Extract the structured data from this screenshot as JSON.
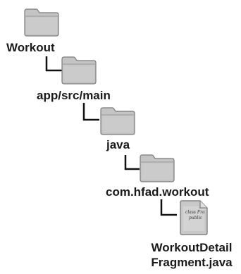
{
  "tree": {
    "root": {
      "label": "Workout",
      "icon": "folder-icon"
    },
    "level1": {
      "label": "app/src/main",
      "icon": "folder-icon"
    },
    "level2": {
      "label": "java",
      "icon": "folder-icon"
    },
    "level3": {
      "label": "com.hfad.workout",
      "icon": "folder-icon"
    },
    "file": {
      "label_line1": "WorkoutDetail",
      "label_line2": "Fragment.java",
      "icon": "java-file-icon",
      "thumbnail_line1": "class Fra",
      "thumbnail_line2": "public"
    }
  },
  "colors": {
    "folder_fill": "#c4c4c4",
    "folder_stroke": "#7a7a7a",
    "connector": "#111111",
    "text": "#1a1a1a"
  }
}
